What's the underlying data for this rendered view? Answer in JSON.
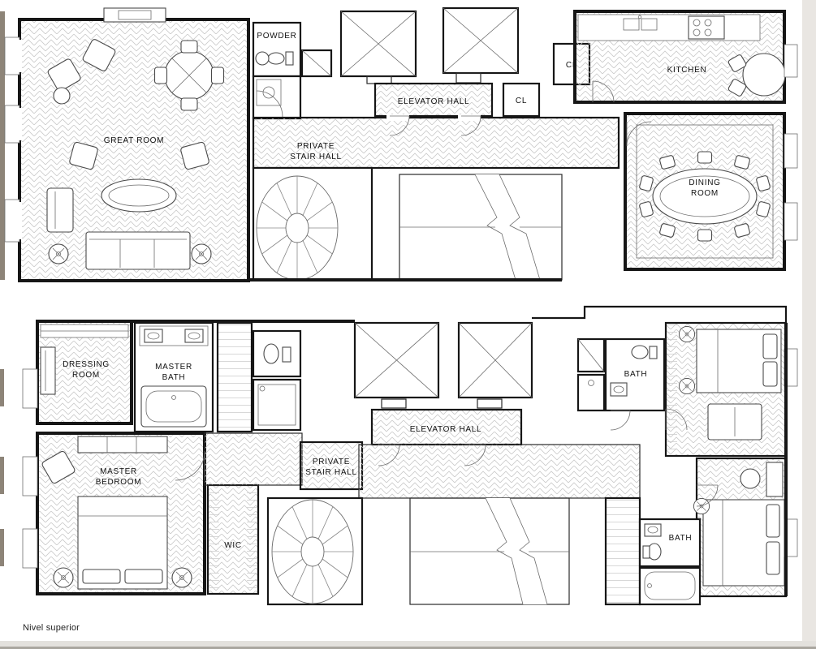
{
  "page": {
    "caption": "Nivel superior"
  },
  "upper_floor": {
    "great_room": "GREAT ROOM",
    "powder": "POWDER",
    "elevator_hall": "ELEVATOR HALL",
    "private_stair_hall": [
      "PRIVATE",
      "STAIR HALL"
    ],
    "closet_a": "CL",
    "closet_b": "CL",
    "kitchen": "KITCHEN",
    "dining_room": [
      "DINING",
      "ROOM"
    ]
  },
  "lower_floor": {
    "dressing_room": [
      "DRESSING",
      "ROOM"
    ],
    "master_bath": [
      "MASTER",
      "BATH"
    ],
    "master_bedroom": [
      "MASTER",
      "BEDROOM"
    ],
    "wic": "WIC",
    "private_stair_hall": [
      "PRIVATE",
      "STAIR HALL"
    ],
    "elevator_hall": "ELEVATOR HALL",
    "bath_top": "BATH",
    "bath_bottom": "BATH"
  },
  "colors": {
    "wall": "#161616",
    "floor_hatch": "#c9c9c9",
    "furniture_line": "#4a4a4a",
    "page_margin": "#e9e6e2",
    "exterior_strip": "#8d8478"
  }
}
